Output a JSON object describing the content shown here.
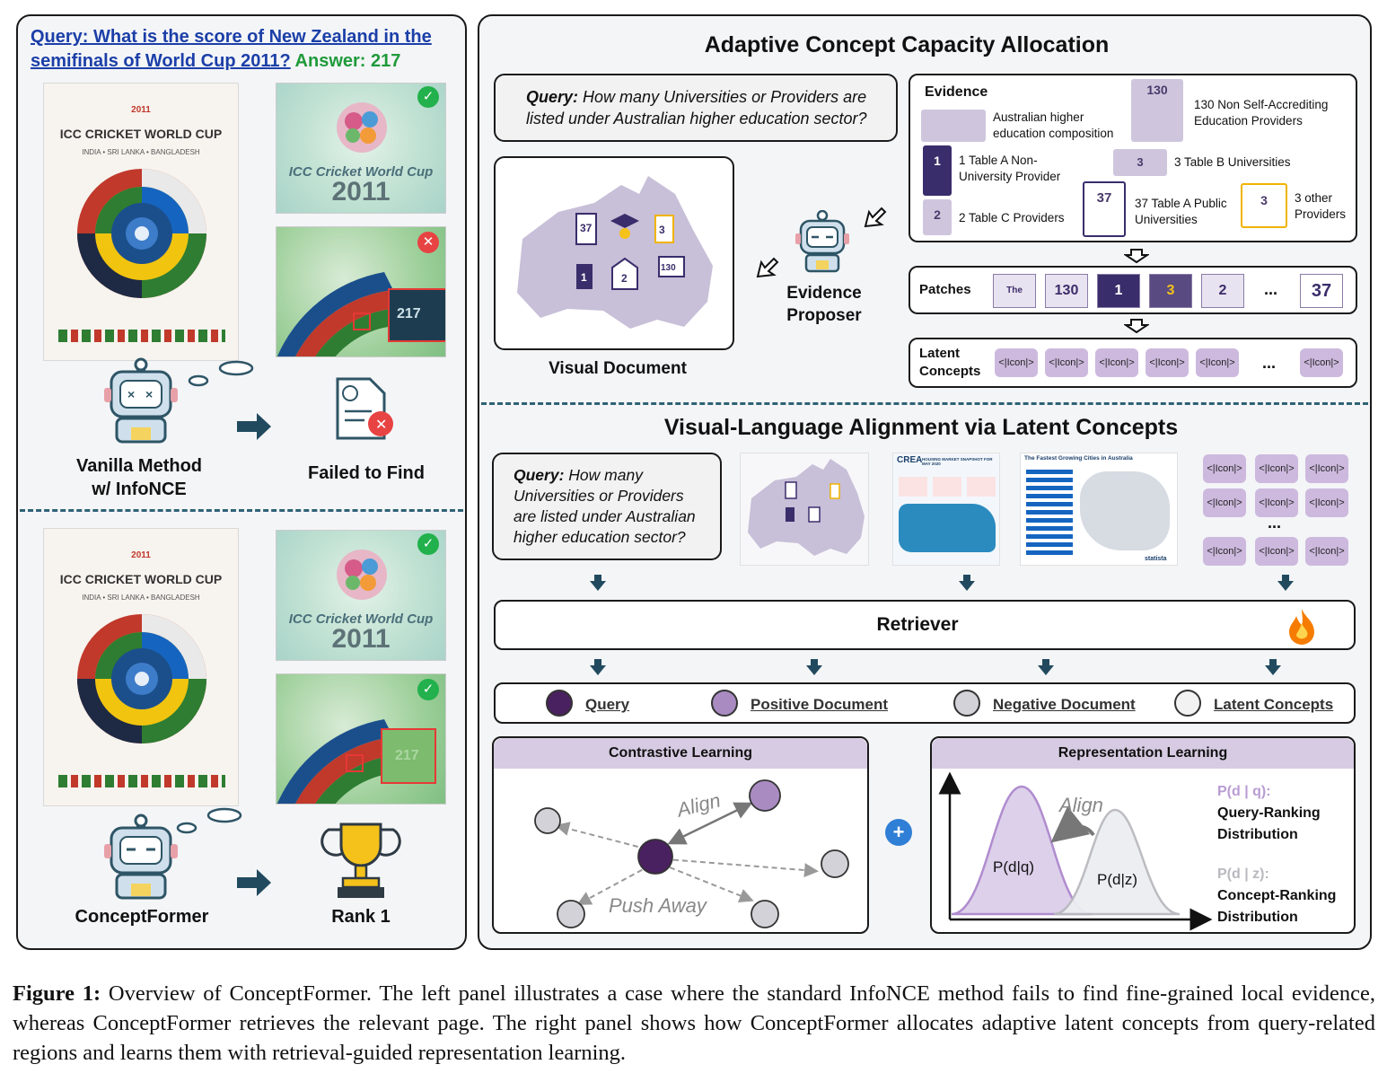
{
  "left": {
    "query": "Query: What is the score of New Zealand in the semifinals of World Cup 2011?",
    "answer": "Answer: 217",
    "poster_title": "ICC CRICKET WORLD CUP",
    "poster_year": "2011",
    "poster_subtitle": "INDIA • SRI LANKA • BANGLADESH",
    "crop_title": "ICC Cricket World Cup",
    "crop_year": "2011",
    "zoom_score": "217",
    "vanilla_label_line1": "Vanilla Method",
    "vanilla_label_line2": "w/ InfoNCE",
    "failed_label": "Failed to Find",
    "conceptformer_label": "ConceptFormer",
    "rank_label": "Rank 1"
  },
  "top": {
    "title": "Adaptive Concept Capacity Allocation",
    "query_prefix": "Query:",
    "query_text": "How many Universities or Providers are listed under Australian higher education sector?",
    "visual_document_label": "Visual Document",
    "evidence_proposer_line1": "Evidence",
    "evidence_proposer_line2": "Proposer",
    "evidence_title": "Evidence",
    "evidence_items": [
      "Australian higher education composition",
      "130 Non Self-Accrediting Education Providers",
      "1 Table A Non-University Provider",
      "3 Table B Universities",
      "2 Table C Providers",
      "37 Table A Public Universities",
      "3 other Providers"
    ],
    "patches_label": "Patches",
    "patch_values": [
      "The Austr",
      "130",
      "1",
      "3",
      "2",
      "37"
    ],
    "ellipsis": "...",
    "latent_label_line1": "Latent",
    "latent_label_line2": "Concepts",
    "icon_token": "<|Icon|>"
  },
  "bottom": {
    "title": "Visual-Language Alignment via Latent Concepts",
    "query_prefix": "Query:",
    "query_text": "How many Universities or Providers are listed under Australian higher education sector?",
    "doc2_title": "HOUSING MARKET SNAPSHOT FOR MAY 2020",
    "doc2_brand": "CREA",
    "doc3_title": "The Fastest Growing Cities in Australia",
    "doc3_brand": "statista",
    "retriever_label": "Retriever",
    "legend": [
      "Query",
      "Positive Document",
      "Negative Document",
      "Latent Concepts"
    ],
    "contrastive_title": "Contrastive Learning",
    "align_label": "Align",
    "push_label": "Push Away",
    "representation_title": "Representation Learning",
    "pdq_label": "P(d|q)",
    "pdz_label": "P(d|z)",
    "pdq_legend_head": "P(d | q):",
    "pdq_legend_line1": "Query-Ranking",
    "pdq_legend_line2": "Distribution",
    "pdz_legend_head": "P(d | z):",
    "pdz_legend_line1": "Concept-Ranking",
    "pdz_legend_line2": "Distribution",
    "plus": "+"
  },
  "caption": {
    "figure_label": "Figure 1:",
    "text": "Overview of ConceptFormer. The left panel illustrates a case where the standard InfoNCE method fails to find fine-grained local evidence, whereas ConceptFormer retrieves the relevant page. The right panel shows how ConceptFormer allocates adaptive latent concepts from query-related regions and learns them with retrieval-guided representation learning."
  },
  "colors": {
    "query_blue": "#1b3fa8",
    "answer_green": "#1f9a3a",
    "query_dot": "#4a2160",
    "positive_dot": "#a98bc2",
    "negative_dot": "#d2d2d8",
    "latent_dot": "#f2f2f2",
    "arrow_dark": "#214a5f",
    "header_purple": "#d7cbe3"
  }
}
